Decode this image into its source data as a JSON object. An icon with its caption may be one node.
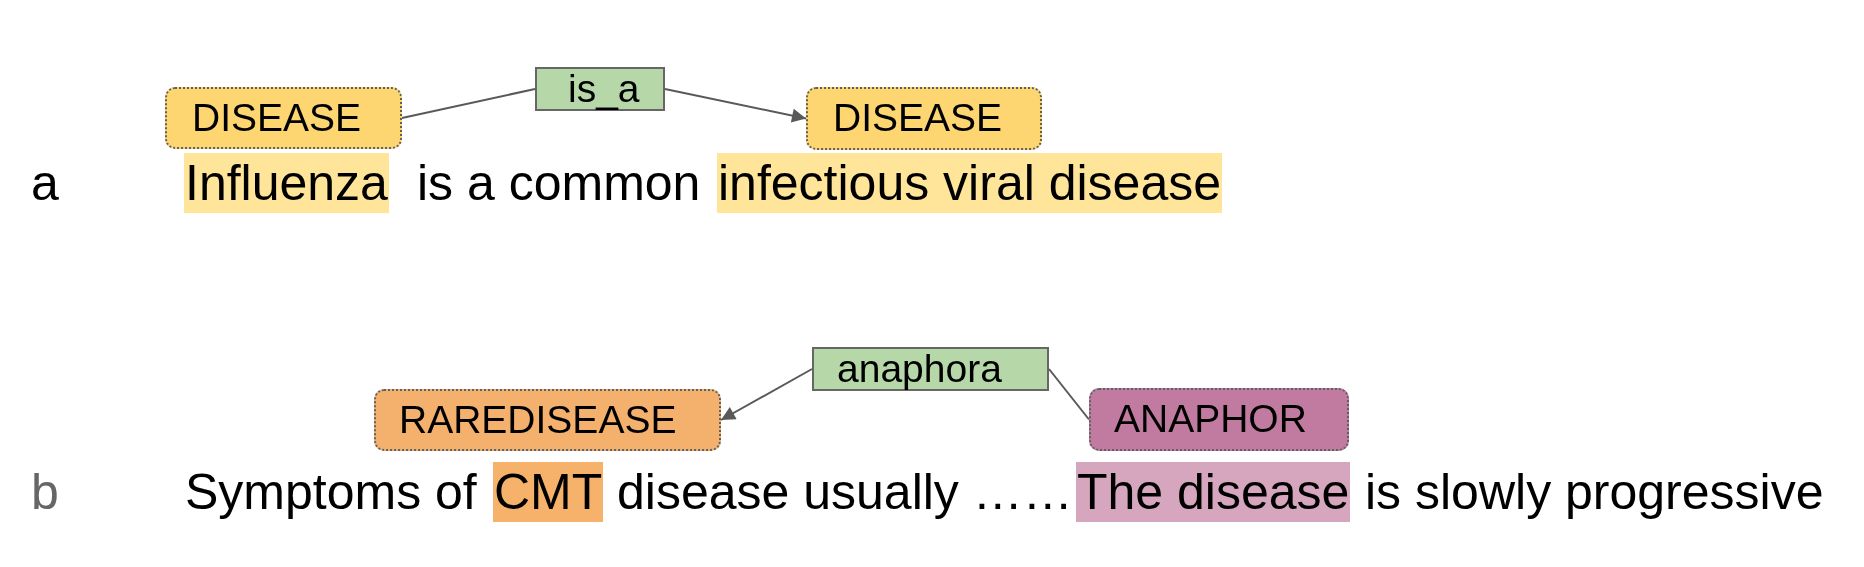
{
  "diagram": {
    "nodes": [
      {
        "text": [
          "DISEASE"
        ]
      },
      {
        "text": [
          "is_a"
        ]
      },
      {
        "text": [
          "DISEASE"
        ]
      },
      {
        "text": [
          "Influenza"
        ]
      },
      {
        "text": [
          "infectious viral disease"
        ]
      },
      {
        "text": [
          "RAREDISEASE"
        ]
      },
      {
        "text": [
          "anaphora"
        ]
      },
      {
        "text": [
          "ANAPHOR"
        ]
      },
      {
        "text": [
          "CMT"
        ]
      },
      {
        "text": [
          "The disease"
        ]
      }
    ],
    "edges": [
      {
        "from": 0,
        "to": 1,
        "arrow": "none"
      },
      {
        "from": 1,
        "to": 2,
        "arrow": "to"
      },
      {
        "from": 6,
        "to": 5,
        "arrow": "to"
      },
      {
        "from": 6,
        "to": 7,
        "arrow": "none"
      }
    ],
    "labels": [
      "a",
      "is a common",
      "b",
      "Symptoms of",
      "disease usually ……",
      "is slowly progressive"
    ]
  }
}
